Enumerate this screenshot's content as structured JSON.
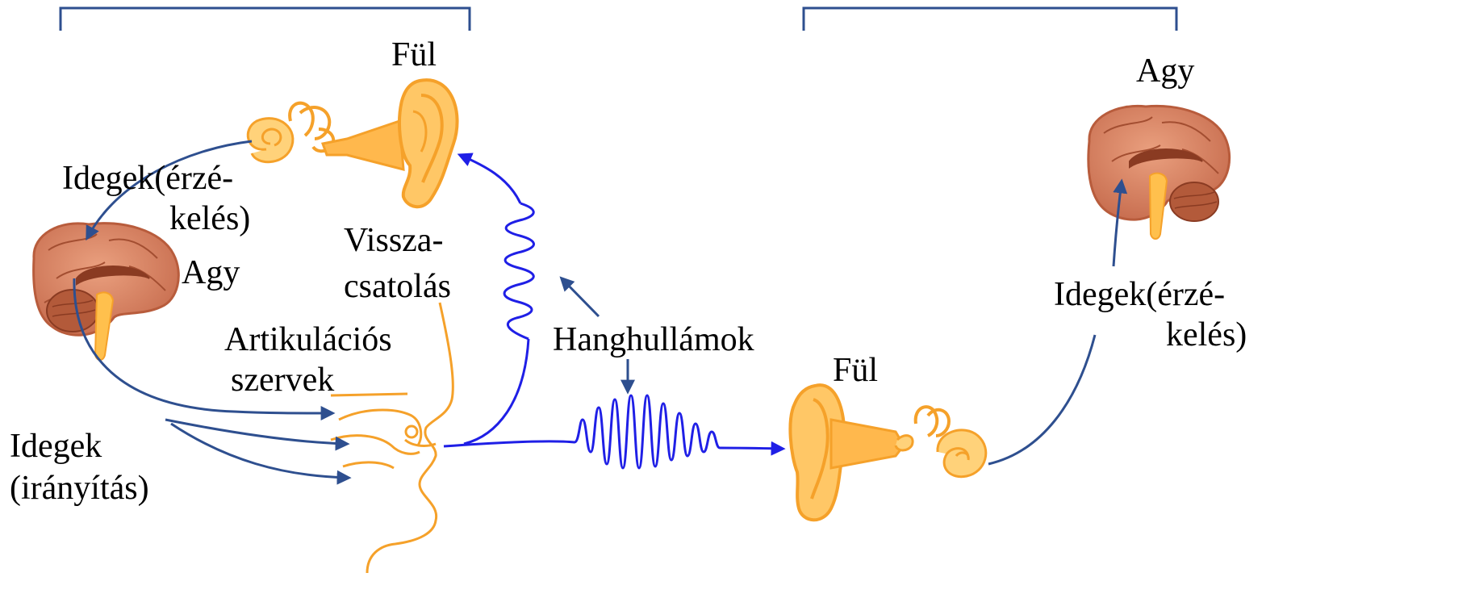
{
  "labels": {
    "ear_speaker": "Fül",
    "nerves_sensory_speaker_line1": "Idegek(érzé-",
    "nerves_sensory_speaker_line2": "kelés)",
    "brain_speaker": "Agy",
    "feedback_line1": "Vissza-",
    "feedback_line2": "csatolás",
    "articulators_line1": "Artikulációs",
    "articulators_line2": "szervek",
    "nerves_control_line1": "Idegek",
    "nerves_control_line2": "(irányítás)",
    "sound_waves": "Hanghullámok",
    "ear_listener": "Fül",
    "brain_listener": "Agy",
    "nerves_sensory_listener_line1": "Idegek(érzé-",
    "nerves_sensory_listener_line2": "kelés)"
  },
  "icons": {
    "ear_speaker": "ear-icon",
    "brain_speaker": "brain-icon",
    "head_profile": "head-profile-icon",
    "ear_listener": "ear-icon",
    "brain_listener": "brain-icon",
    "sound_wave": "sound-wave-icon"
  },
  "colors": {
    "nerve_arrow": "#2e4f8f",
    "sound_arrow": "#1f1fe6",
    "organ_fill": "#ffb84d",
    "organ_stroke": "#f5a12a",
    "brain_fill": "#d9825f",
    "brain_stroke": "#b85c3c",
    "bracket": "#2e4f8f",
    "text": "#000000"
  }
}
